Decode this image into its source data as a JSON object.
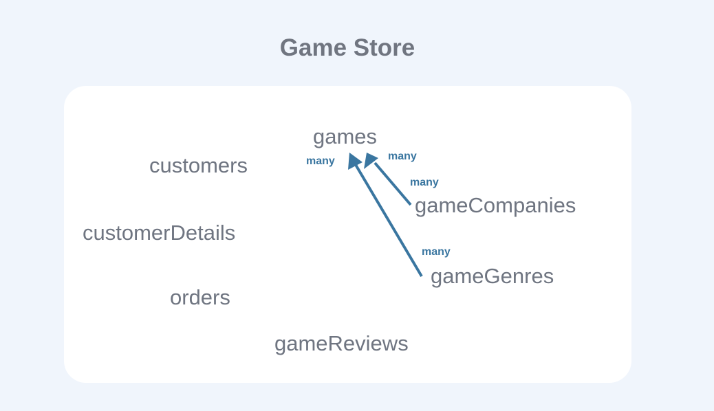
{
  "title": "Game Store",
  "nodes": {
    "games": "games",
    "customers": "customers",
    "customerDetails": "customerDetails",
    "orders": "orders",
    "gameReviews": "gameReviews",
    "gameCompanies": "gameCompanies",
    "gameGenres": "gameGenres"
  },
  "edges": [
    {
      "from": "gameCompanies",
      "to": "games",
      "from_label": "many",
      "to_label": "many"
    },
    {
      "from": "gameGenres",
      "to": "games",
      "from_label": "many",
      "to_label": "many"
    }
  ],
  "colors": {
    "edge": "#3a76a0",
    "node_text": "#6f7581",
    "background": "#f0f5fc",
    "card": "#ffffff"
  }
}
